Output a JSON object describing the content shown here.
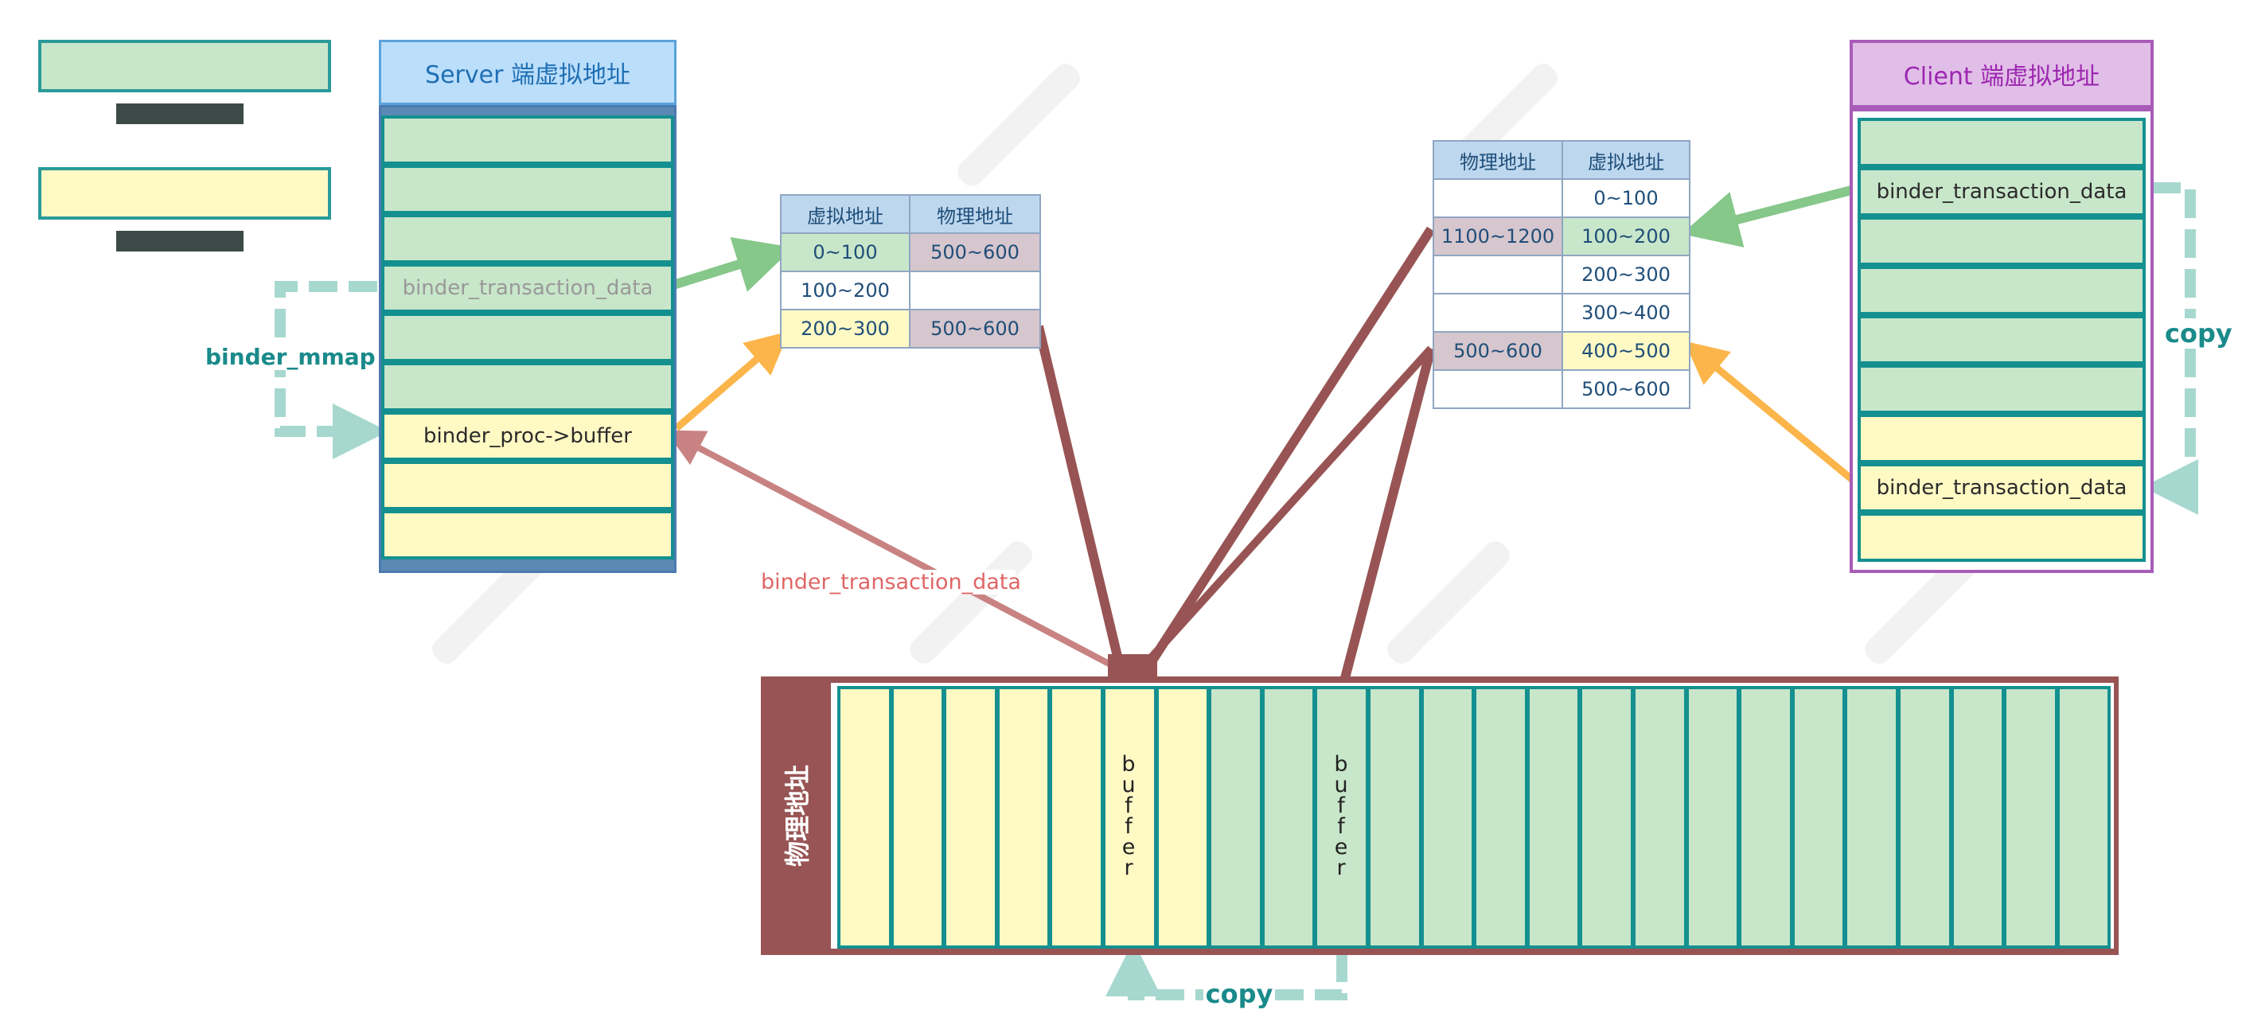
{
  "server": {
    "title": "Server 端虚拟地址",
    "rows": [
      "",
      "",
      "",
      "binder_transaction_data",
      "",
      "",
      "binder_proc->buffer",
      "",
      ""
    ]
  },
  "client": {
    "title": "Client 端虚拟地址",
    "rows": [
      "",
      "binder_transaction_data",
      "",
      "",
      "",
      "",
      "",
      "binder_transaction_data",
      ""
    ]
  },
  "server_table": {
    "headers": [
      "虚拟地址",
      "物理地址"
    ],
    "rows": [
      [
        "0~100",
        "500~600"
      ],
      [
        "100~200",
        ""
      ],
      [
        "200~300",
        "500~600"
      ]
    ]
  },
  "client_table": {
    "headers": [
      "物理地址",
      "虚拟地址"
    ],
    "rows": [
      [
        "",
        "0~100"
      ],
      [
        "1100~1200",
        "100~200"
      ],
      [
        "",
        "200~300"
      ],
      [
        "",
        "300~400"
      ],
      [
        "500~600",
        "400~500"
      ],
      [
        "",
        "500~600"
      ]
    ]
  },
  "physical": {
    "label": "物理地址",
    "buffer_label": "buffer"
  },
  "labels": {
    "binder_mmap": "binder_mmap",
    "copy_right": "copy",
    "copy_bottom": "copy",
    "transaction_arrow": "binder_transaction_data"
  },
  "colors": {
    "green_fill": "#c8e6c9",
    "yellow_fill": "#fff9c4",
    "teal_border": "#149090",
    "server_header": "#bbdefb",
    "client_header": "#e1bee7",
    "physical_red": "#985454",
    "orange_arrow": "#fbb54a",
    "green_arrow": "#86c78a",
    "dashed_teal": "#a7d8cf"
  }
}
